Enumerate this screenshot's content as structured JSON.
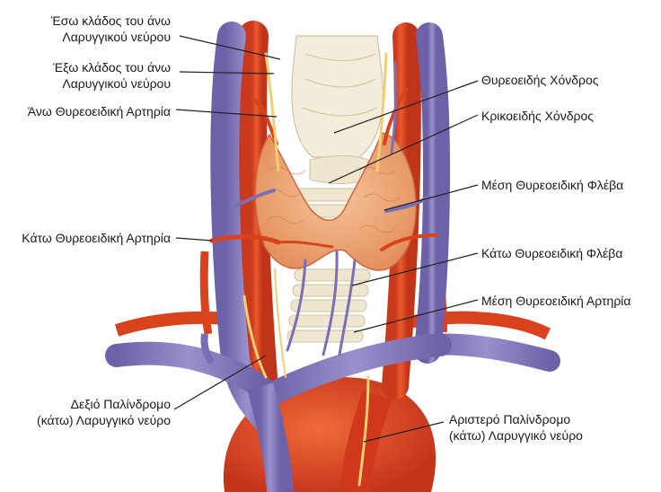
{
  "labels": {
    "internal_branch": {
      "line1": "Έσω κλάδος του άνω",
      "line2": "Λαρυγγικού νεύρου"
    },
    "external_branch": {
      "line1": "Έξω κλάδος του άνω",
      "line2": "Λαρυγγικού νεύρου"
    },
    "superior_thyroid_artery": "Άνω Θυρεοειδική Αρτηρία",
    "inferior_thyroid_artery": "Κάτω Θυρεοειδική Αρτηρία",
    "right_recurrent_nerve": {
      "line1": "Δεξιό Παλίνδρομο",
      "line2": "(κάτω) Λαρυγγικό νεύρο"
    },
    "thyroid_cartilage": "Θυρεοειδής Χόνδρος",
    "cricoid_cartilage": "Κρικοειδής Χόνδρος",
    "middle_thyroid_vein": "Μέση Θυρεοειδική Φλέβα",
    "inferior_thyroid_vein": "Κάτω Θυρεοειδική Φλέβα",
    "middle_thyroid_artery": "Μέση Θυρεοειδική Αρτηρία",
    "left_recurrent_nerve": {
      "line1": "Αριστερό Παλίνδρομο",
      "line2": "(κάτω) Λαρυγγικό νεύρο"
    }
  },
  "colors": {
    "artery": "#e2471f",
    "artery_dark": "#b8301a",
    "vein": "#8a7fc0",
    "vein_dark": "#6a5fa6",
    "thyroid": "#f0a878",
    "cartilage": "#f1ead8",
    "nerve": "#f2d27a",
    "leader": "#222222"
  }
}
